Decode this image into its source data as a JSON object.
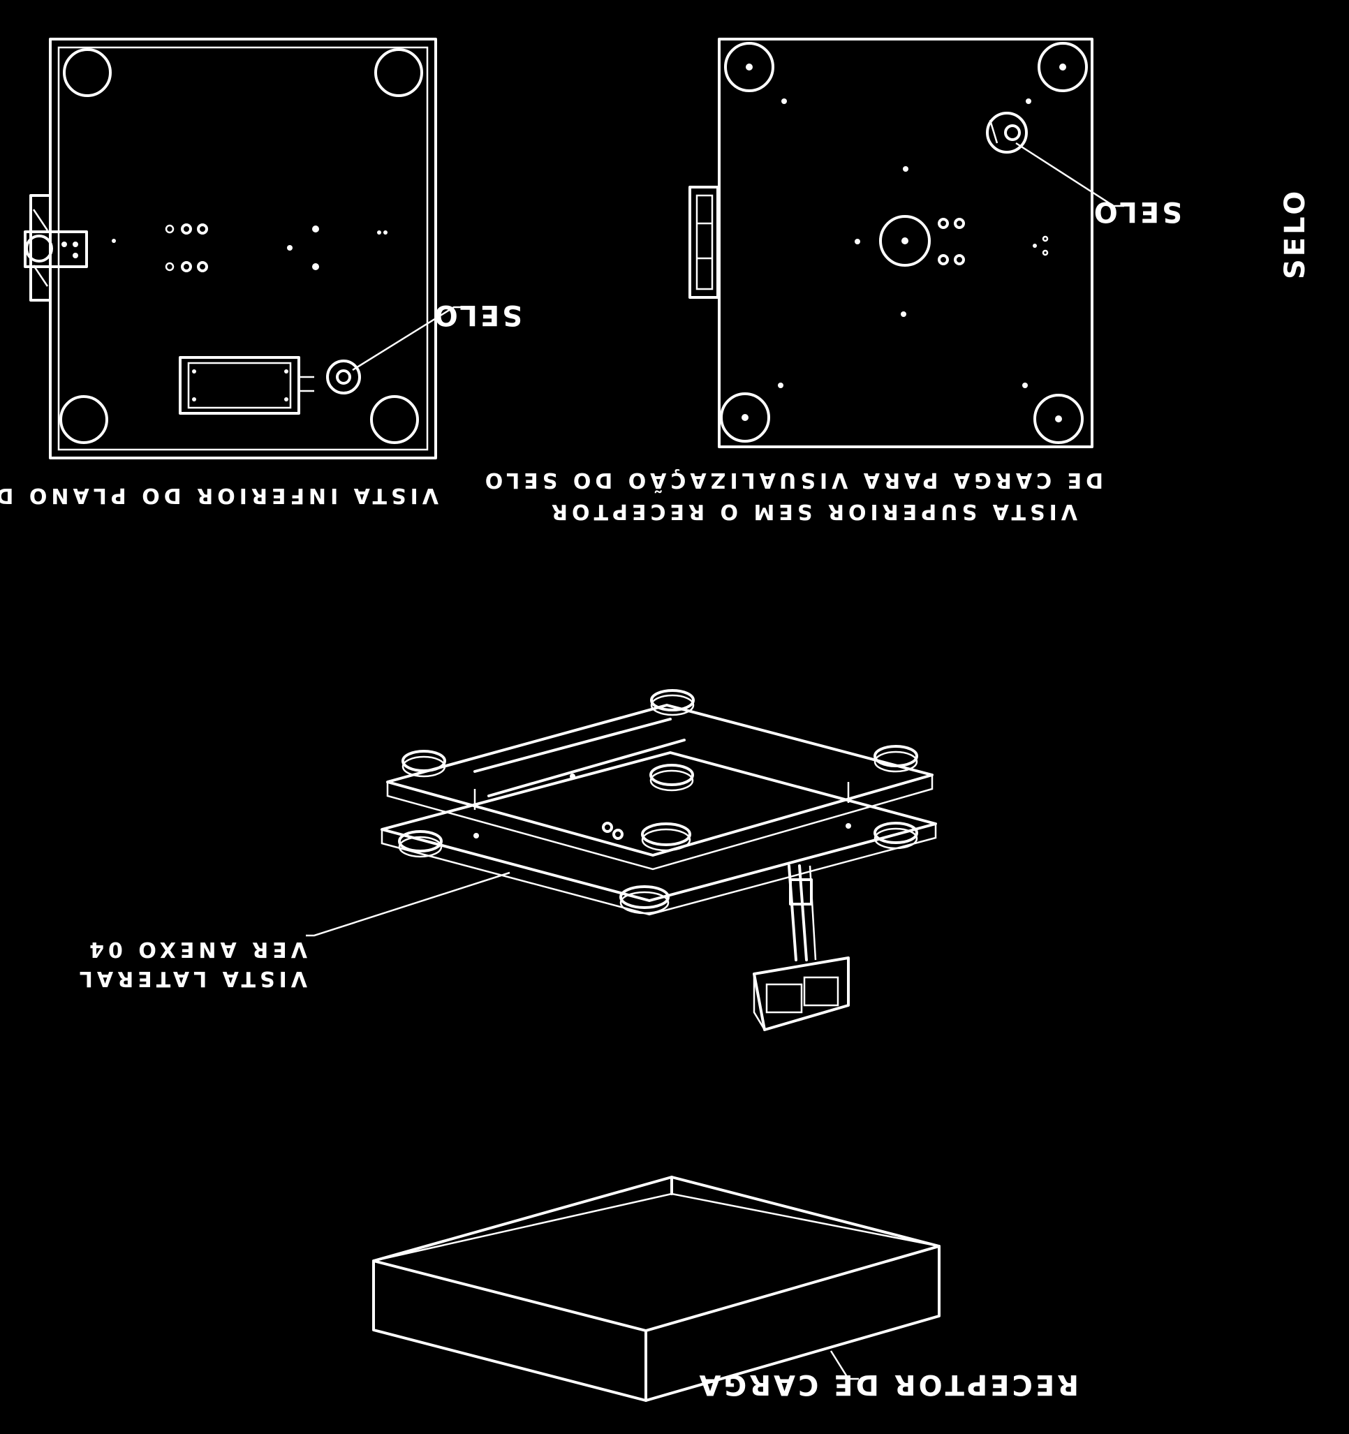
{
  "colors": {
    "background": "#000000",
    "lines": "#ffffff"
  },
  "labels": {
    "selo_bottom_view": "SELO",
    "selo_top_view": "SELO",
    "selo_margin": "SELO",
    "caption_bottom_view": "VISTA INFERIOR DO PLANO DE SELAGEM",
    "caption_top_view_line1": "DE CARGA PARA VISUALIZAÇÃO DO SELO",
    "caption_top_view_line2": "VISTA SUPERIOR SEM O RECEPTOR",
    "side_view_line1": "VER ANEXO 04",
    "side_view_line2": "VISTA LATERAL",
    "load_receptor": "RECEPTOR DE CARGA"
  },
  "orientation": "rotated-180"
}
